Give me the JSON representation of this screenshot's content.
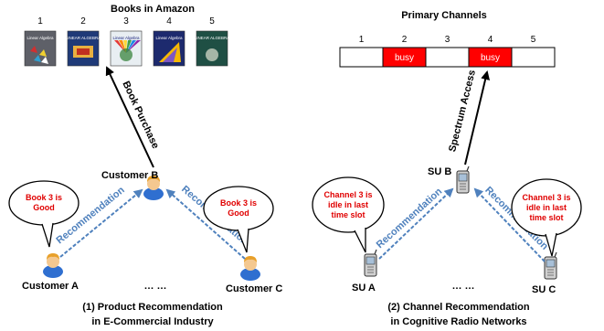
{
  "left": {
    "title": "Books in Amazon",
    "book_numbers": [
      "1",
      "2",
      "3",
      "4",
      "5"
    ],
    "books": [
      {
        "cover_title": "Linear Algebra",
        "color": "#5e6068"
      },
      {
        "cover_title": "LINEAR ALGEBRA",
        "color": "#1f3a78"
      },
      {
        "cover_title": "Linear Algebra",
        "color": "#e8eef2"
      },
      {
        "cover_title": "Linear Algebra",
        "color": "#1d2a6e"
      },
      {
        "cover_title": "LINEAR ALGEBRA",
        "color": "#1f4f44"
      }
    ],
    "purchase_label": "Book Purchase",
    "customer_a": "Customer A",
    "customer_b": "Customer B",
    "customer_c": "Customer C",
    "bubble_a_line1": "Book 3 is",
    "bubble_a_line2": "Good",
    "bubble_c_line1": "Book 3 is",
    "bubble_c_line2": "Good",
    "recommendation_a": "Recommendation",
    "recommendation_c": "Recommendation",
    "ellipsis": "… …",
    "caption_line1": "(1) Product Recommendation",
    "caption_line2": "in E-Commercial Industry"
  },
  "right": {
    "title": "Primary Channels",
    "channel_numbers": [
      "1",
      "2",
      "3",
      "4",
      "5"
    ],
    "channels": [
      {
        "state": "",
        "busy": false
      },
      {
        "state": "busy",
        "busy": true
      },
      {
        "state": "",
        "busy": false
      },
      {
        "state": "busy",
        "busy": true
      },
      {
        "state": "",
        "busy": false
      }
    ],
    "access_label": "Spectrum Access",
    "su_a": "SU A",
    "su_b": "SU B",
    "su_c": "SU C",
    "bubble_a_lines": [
      "Channel 3 is",
      "idle in last",
      "time slot"
    ],
    "bubble_c_lines": [
      "Channel 3 is",
      "idle in last",
      "time slot"
    ],
    "recommendation_a": "Recommendation",
    "recommendation_c": "Recommendation",
    "ellipsis": "… …",
    "caption_line1": "(2) Channel Recommendation",
    "caption_line2": "in Cognitive Radio Networks"
  },
  "colors": {
    "busy": "#ff0000",
    "bubble_text": "#e00000",
    "recommendation": "#4f81bd",
    "person_body": "#2f6fd0",
    "person_hair": "#e8a02a"
  }
}
